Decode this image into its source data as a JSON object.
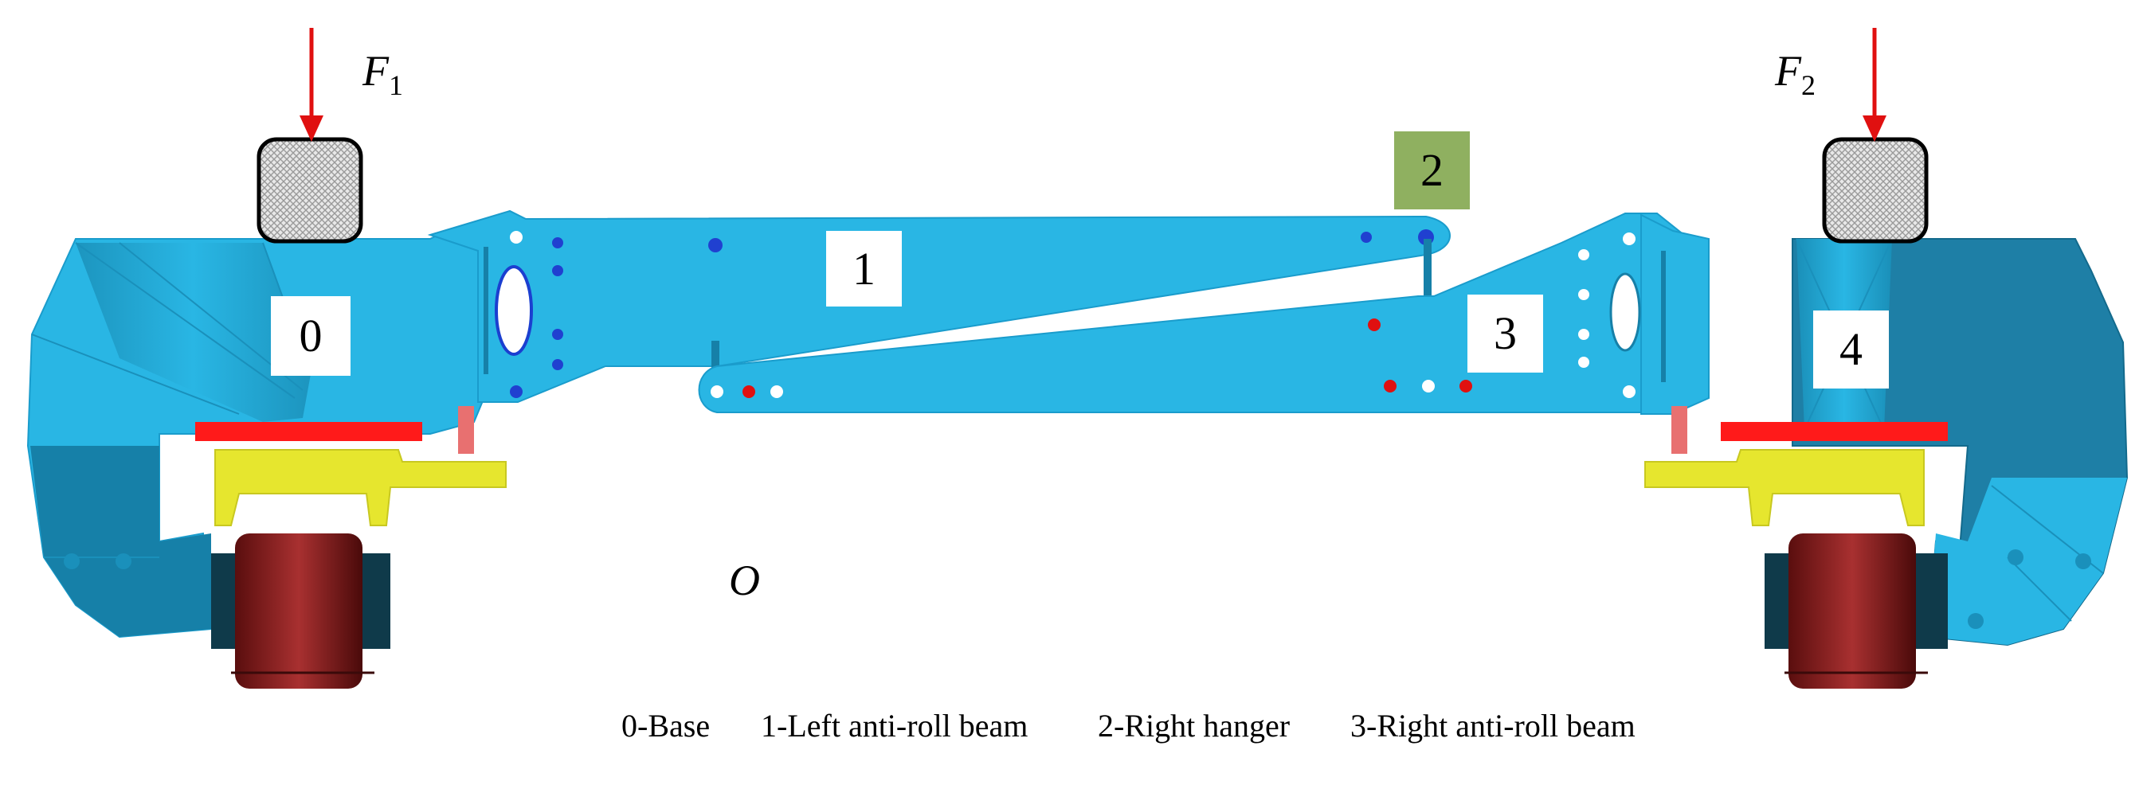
{
  "labels": {
    "part0": "0",
    "part1": "1",
    "part2": "2",
    "part3": "3",
    "part4": "4"
  },
  "forces": {
    "f1_letter": "F",
    "f1_sub": "1",
    "f2_letter": "F",
    "f2_sub": "2"
  },
  "origin": "O",
  "caption": {
    "item0": "0-Base",
    "item1": "1-Left anti-roll beam",
    "item2": "2-Right hanger",
    "item3": "3-Right anti-roll beam"
  },
  "colors": {
    "frame": "#29b6e4",
    "frame_dark": "#0a6f8e",
    "pad": "#ff1a1a",
    "bracket": "#e6e62e",
    "wheel": "#7a1c1c",
    "hanger_label": "#8fb060",
    "arrow": "#e01010"
  }
}
